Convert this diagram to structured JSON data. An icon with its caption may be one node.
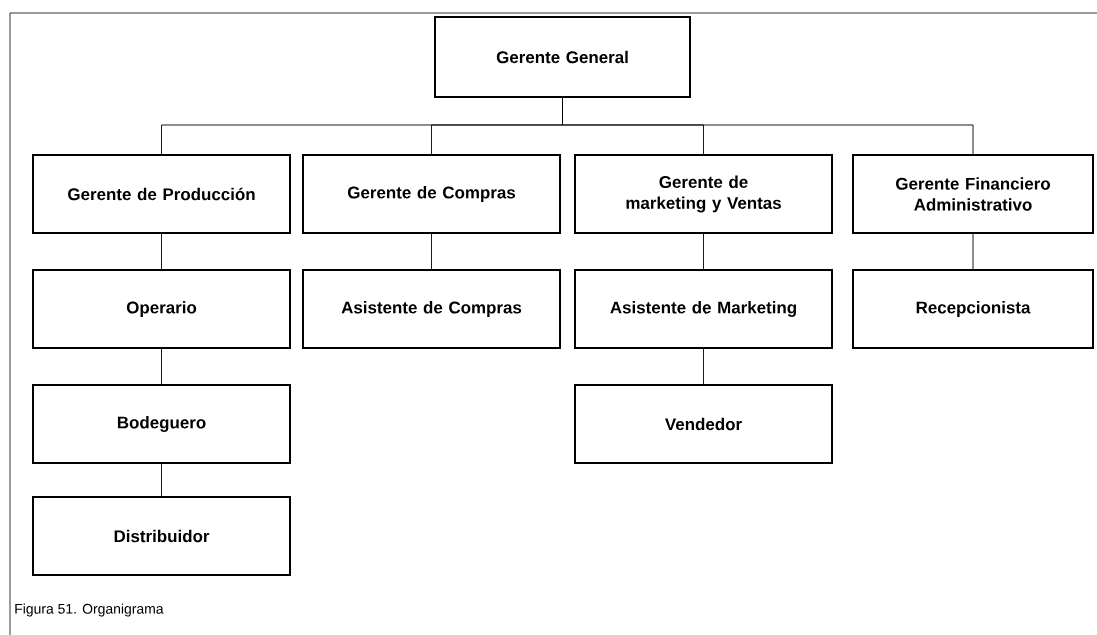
{
  "diagram": {
    "caption": "Figura 51. Organigrama",
    "nodes": [
      {
        "text": [
          "Gerente General"
        ]
      },
      {
        "text": [
          "Gerente  de Producción"
        ]
      },
      {
        "text": [
          "Gerente de Compras"
        ]
      },
      {
        "text": [
          "Gerente de marketing y Ventas"
        ]
      },
      {
        "text": [
          "Gerente Financiero Administrativo"
        ]
      },
      {
        "text": [
          "Operario"
        ]
      },
      {
        "text": [
          "Asistente de Compras"
        ]
      },
      {
        "text": [
          "Asistente de Marketing"
        ]
      },
      {
        "text": [
          "Recepcionista"
        ]
      },
      {
        "text": [
          "Bodeguero"
        ]
      },
      {
        "text": [
          "Vendedor"
        ]
      },
      {
        "text": [
          "Distribuidor"
        ]
      }
    ],
    "edges": [
      {
        "from": 0,
        "to": 1,
        "arrow": "none"
      },
      {
        "from": 0,
        "to": 2,
        "arrow": "none"
      },
      {
        "from": 0,
        "to": 3,
        "arrow": "none"
      },
      {
        "from": 0,
        "to": 4,
        "arrow": "none"
      },
      {
        "from": 1,
        "to": 5,
        "arrow": "none"
      },
      {
        "from": 2,
        "to": 6,
        "arrow": "none"
      },
      {
        "from": 3,
        "to": 7,
        "arrow": "none"
      },
      {
        "from": 4,
        "to": 8,
        "arrow": "none"
      },
      {
        "from": 5,
        "to": 9,
        "arrow": "none"
      },
      {
        "from": 7,
        "to": 10,
        "arrow": "none"
      },
      {
        "from": 9,
        "to": 11,
        "arrow": "none"
      }
    ]
  }
}
